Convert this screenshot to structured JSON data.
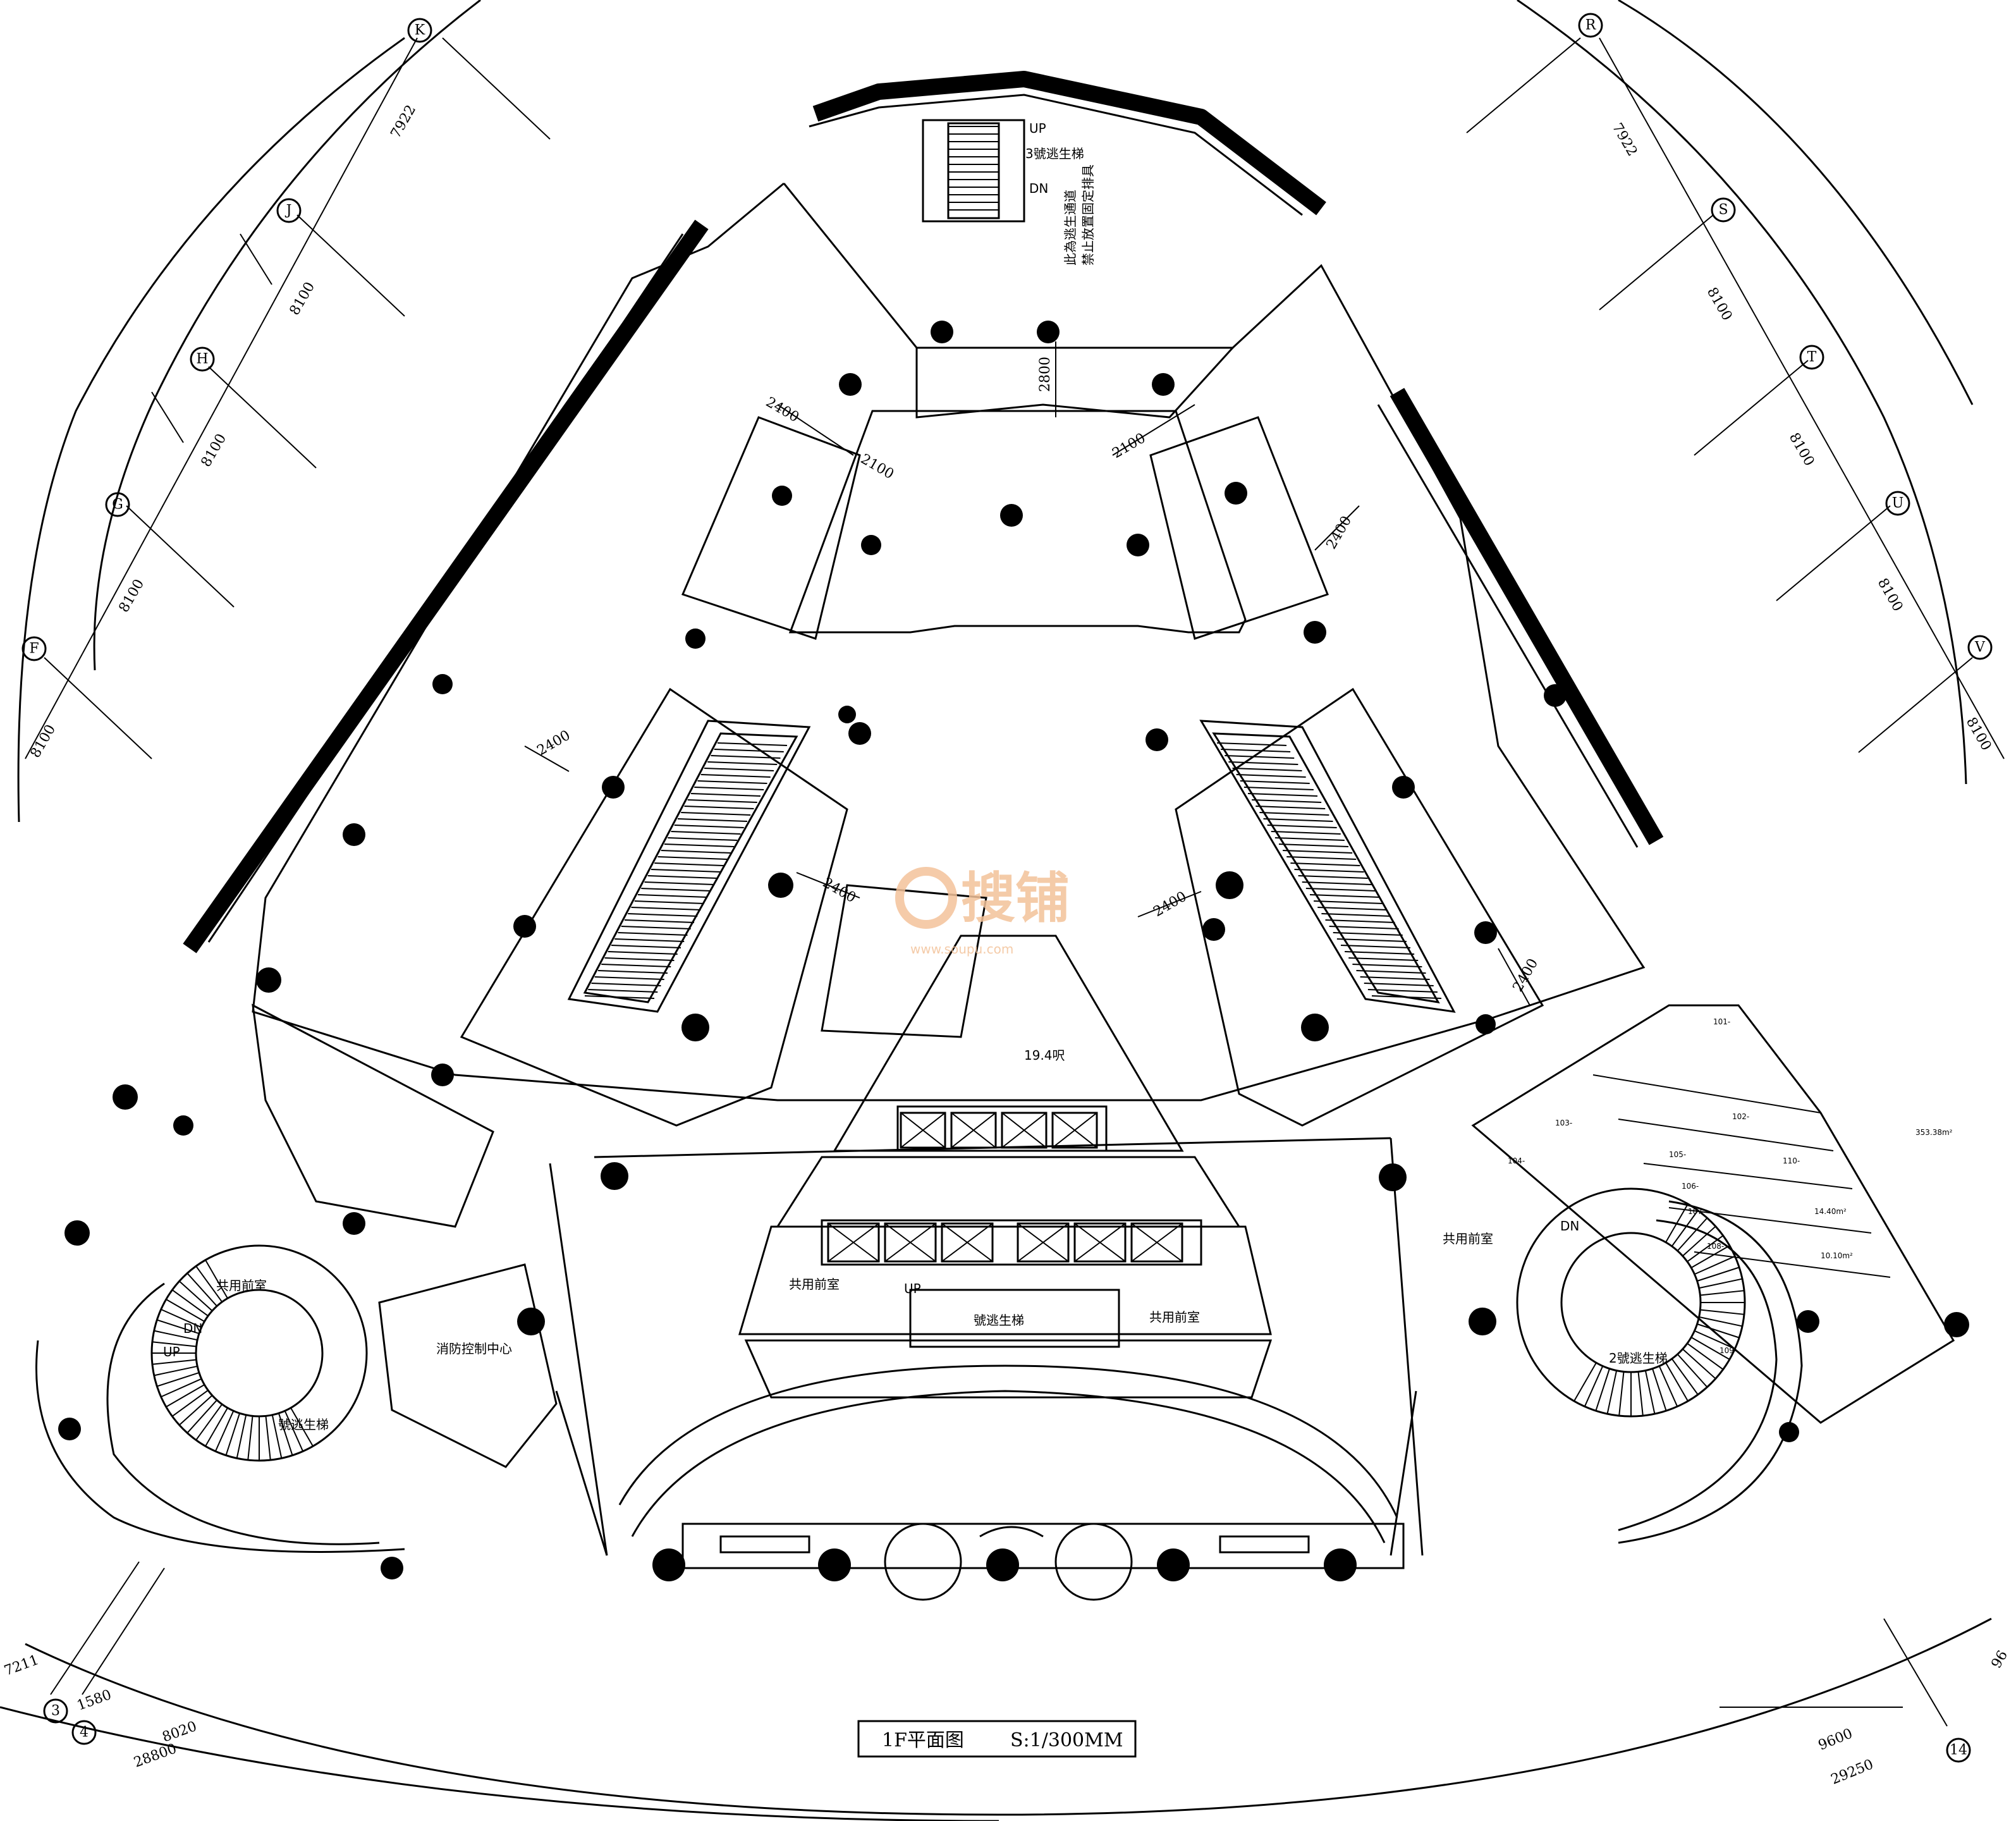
{
  "drawing": {
    "title": "1F平面图",
    "scale": "S:1/300MM"
  },
  "watermark": {
    "brand": "搜铺",
    "sub": "www.soupu.com"
  },
  "axes_left": [
    {
      "id": "axis-k",
      "label": "K"
    },
    {
      "id": "axis-j",
      "label": "J"
    },
    {
      "id": "axis-h",
      "label": "H"
    },
    {
      "id": "axis-g",
      "label": "G"
    },
    {
      "id": "axis-f",
      "label": "F"
    }
  ],
  "axes_right": [
    {
      "id": "axis-r",
      "label": "R"
    },
    {
      "id": "axis-s",
      "label": "S"
    },
    {
      "id": "axis-t",
      "label": "T"
    },
    {
      "id": "axis-u",
      "label": "U"
    },
    {
      "id": "axis-v",
      "label": "V"
    }
  ],
  "axes_bottom": [
    {
      "id": "axis-3",
      "label": "3"
    },
    {
      "id": "axis-4",
      "label": "4"
    },
    {
      "id": "axis-14",
      "label": "14"
    }
  ],
  "dims_left": [
    "7922",
    "8100",
    "8100",
    "8100",
    "8100"
  ],
  "dims_right": [
    "7922",
    "8100",
    "8100",
    "8100",
    "8100"
  ],
  "dims_bottom_left": [
    "7211",
    "1580",
    "8020",
    "28800"
  ],
  "dims_bottom_right": [
    "9600",
    "29250",
    "96"
  ],
  "dims_inner": [
    "2400",
    "2100",
    "2100",
    "2400",
    "2400",
    "2400",
    "2400",
    "2400",
    "2800"
  ],
  "rooms": {
    "stair3": "3號逃生梯",
    "stair2": "2號逃生梯",
    "stair_left": "號逃生梯",
    "stair_center": "號逃生梯",
    "lobby_left": "共用前室",
    "lobby_center_left": "共用前室",
    "lobby_center_right": "共用前室",
    "lobby_right": "共用前室",
    "fire_control": "消防控制中心",
    "atrium": "19.4呎",
    "notice_line1": "此為逃生通道",
    "notice_line2": "禁止放置固定排具"
  },
  "stair_marks": {
    "up": "UP",
    "dn": "DN"
  },
  "unit_labels": [
    "101-",
    "102-",
    "103-",
    "104-",
    "105-",
    "106-",
    "107-",
    "108-",
    "109-",
    "110-",
    "14.40m²",
    "10.10m²",
    "353.38m²"
  ]
}
